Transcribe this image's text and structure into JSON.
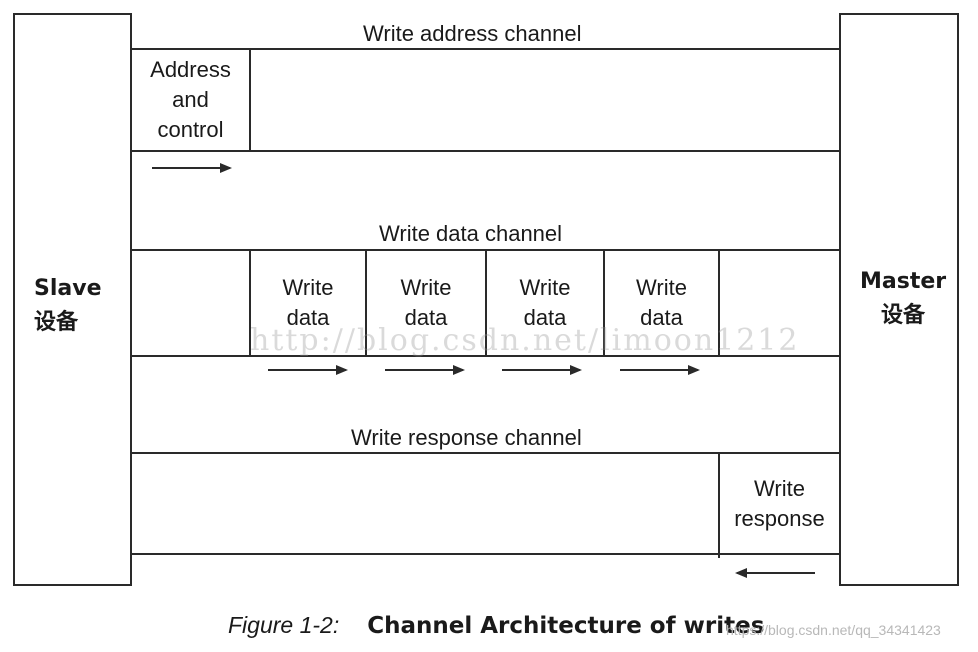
{
  "diagram": {
    "slave": {
      "line1": "Slave",
      "line2": "设备"
    },
    "master": {
      "line1": "Master",
      "line2": "设备"
    },
    "channels": {
      "write_address": {
        "title": "Write address channel",
        "cell": [
          "Address",
          "and",
          "control"
        ]
      },
      "write_data": {
        "title": "Write data channel",
        "cells": [
          [
            "Write",
            "data"
          ],
          [
            "Write",
            "data"
          ],
          [
            "Write",
            "data"
          ],
          [
            "Write",
            "data"
          ]
        ]
      },
      "write_response": {
        "title": "Write response channel",
        "cell": [
          "Write",
          "response"
        ]
      }
    },
    "watermark": "http://blog.csdn.net/limoon1212"
  },
  "caption": {
    "figure": "Figure 1-2:",
    "title": "Channel Architecture of writes"
  },
  "credit": "https://blog.csdn.net/qq_34341423"
}
